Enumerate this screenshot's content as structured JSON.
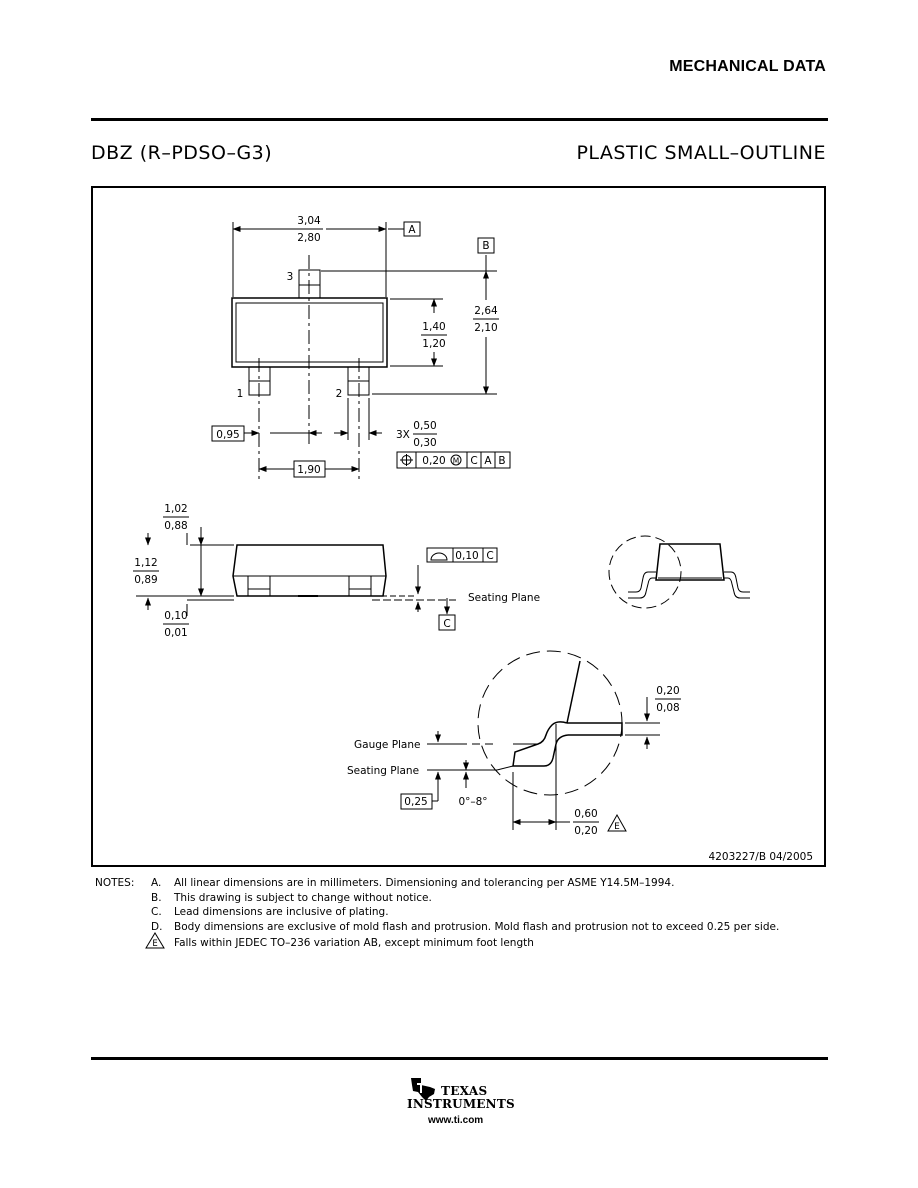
{
  "header": {
    "title": "MECHANICAL DATA"
  },
  "package": {
    "code": "DBZ (R–PDSO–G3)",
    "type": "PLASTIC SMALL–OUTLINE"
  },
  "top_view": {
    "width_max": "3,04",
    "width_min": "2,80",
    "datum_a": "A",
    "datum_b": "B",
    "pin3": "3",
    "pin1": "1",
    "pin2": "2",
    "body_max": "1,40",
    "body_min": "1,20",
    "overall_max": "2,64",
    "overall_min": "2,10",
    "pitch": "0,95",
    "lead_mult": "3X",
    "lead_max": "0,50",
    "lead_min": "0,30",
    "span": "1,90",
    "fcf_tol": "0,20",
    "fcf_mod": "M",
    "fcf_c": "C",
    "fcf_a": "A",
    "fcf_b": "B"
  },
  "side_view": {
    "height_max": "1,02",
    "height_min": "0,88",
    "total_max": "1,12",
    "total_min": "0,89",
    "standoff_max": "0,10",
    "standoff_min": "0,01",
    "coplanarity": "0,10",
    "coplanarity_ref": "C",
    "seating_plane": "Seating Plane",
    "datum_c": "C"
  },
  "detail": {
    "gauge_plane": "Gauge Plane",
    "seating_plane": "Seating Plane",
    "lead_thk_max": "0,20",
    "lead_thk_min": "0,08",
    "gauge": "0,25",
    "angle": "0°–8°",
    "foot_max": "0,60",
    "foot_min": "0,20",
    "foot_flag": "E"
  },
  "drawing_id": "4203227/B  04/2005",
  "notes": {
    "label": "NOTES:",
    "items": [
      {
        "key": "A.",
        "text": "All linear dimensions are in millimeters.  Dimensioning and tolerancing per ASME Y14.5M–1994."
      },
      {
        "key": "B.",
        "text": "This drawing is subject to change without notice."
      },
      {
        "key": "C.",
        "text": "Lead dimensions are inclusive of plating."
      },
      {
        "key": "D.",
        "text": "Body dimensions are exclusive of mold flash and protrusion.  Mold flash and protrusion not to exceed 0.25 per side."
      },
      {
        "key": "E",
        "text": "Falls within JEDEC TO–236 variation AB, except minimum foot length"
      }
    ]
  },
  "footer": {
    "brand_line1": "TEXAS",
    "brand_line2": "INSTRUMENTS",
    "url": "www.ti.com"
  }
}
